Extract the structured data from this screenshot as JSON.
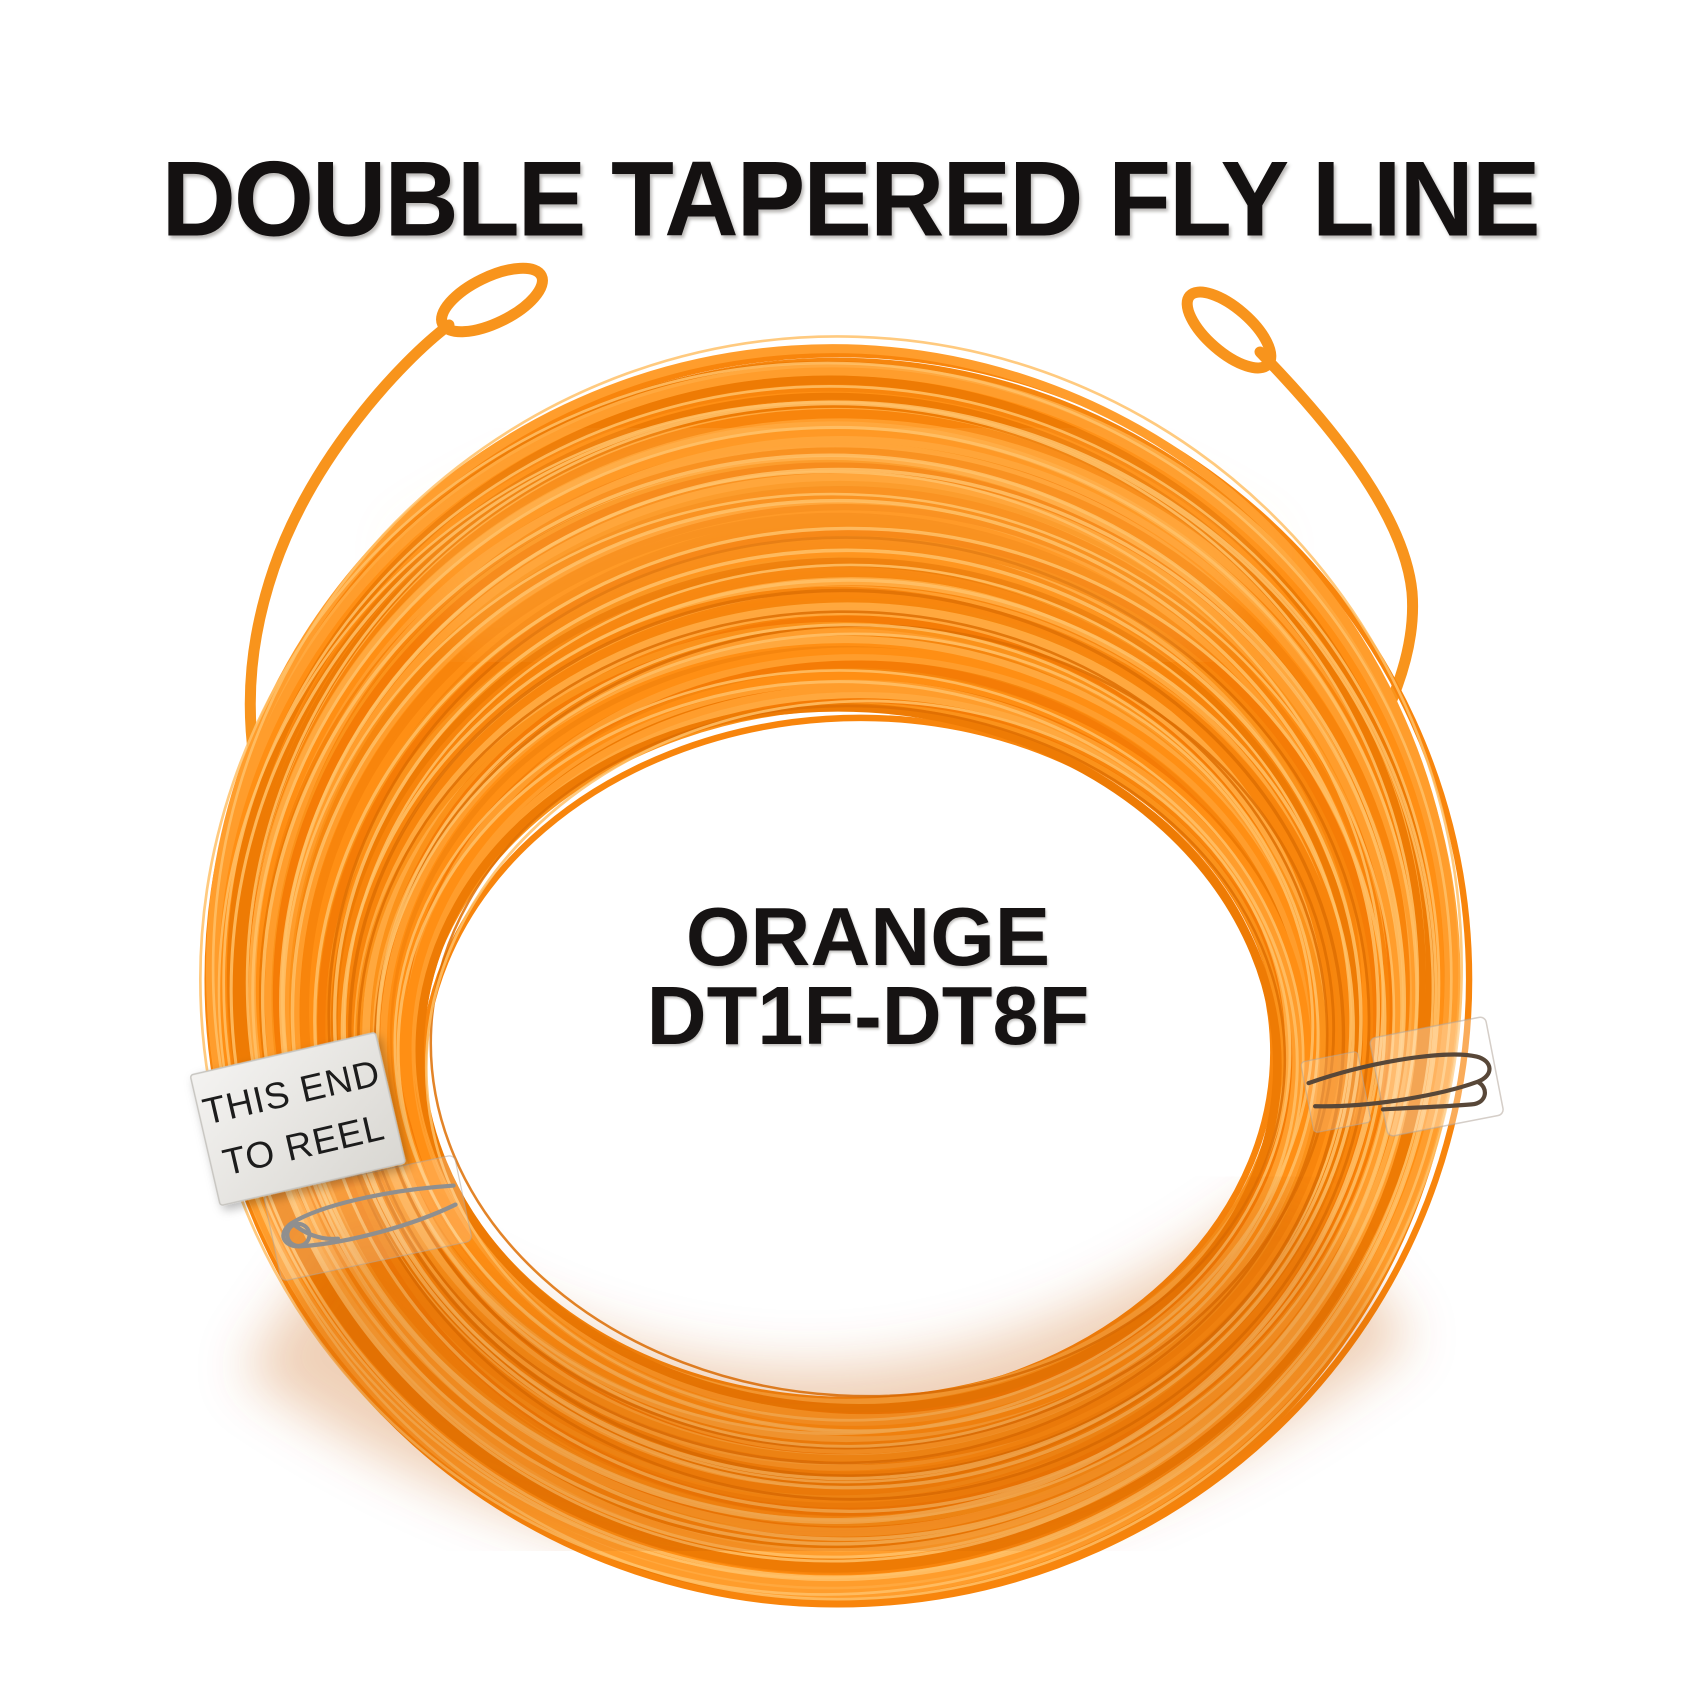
{
  "header": {
    "title": "DOUBLE TAPERED FLY LINE"
  },
  "center_label": {
    "line1": "ORANGE",
    "line2": "DT1F-DT8F"
  },
  "reel_tag": {
    "line1": "THIS END",
    "line2": "TO REEL"
  },
  "illustration": {
    "colors": {
      "background": "#ffffff",
      "title_text": "#141111",
      "center_text": "#161313",
      "strand_base": "#f6860e",
      "strand_base_alt": "#f8850c",
      "strand_palette": [
        "#ff8f14",
        "#f8850c",
        "#ff9d2c",
        "#ee7b04",
        "#ffa83e",
        "#fb921a",
        "#f57c06"
      ],
      "strand_highlight": "#ffc169",
      "strand_shadow": "#de6f02",
      "bottom_shade": "rgba(198,88,6,0.28)",
      "top_glow": "rgba(255,198,110,0.22)",
      "loop_line": "#f8941c",
      "tag_face": "#f4f3f1",
      "tag_face_dark": "#d9d7d2",
      "tag_text": "#1c1c1c",
      "tag_edge": "#c6c4bf",
      "wire_dark": "#584738",
      "wire_light": "#8f8f8f",
      "tape": "rgba(255,255,255,0.32)",
      "tape_faint": "rgba(255,255,255,0.2)",
      "tape_edge": "rgba(178,166,155,0.55)"
    }
  }
}
